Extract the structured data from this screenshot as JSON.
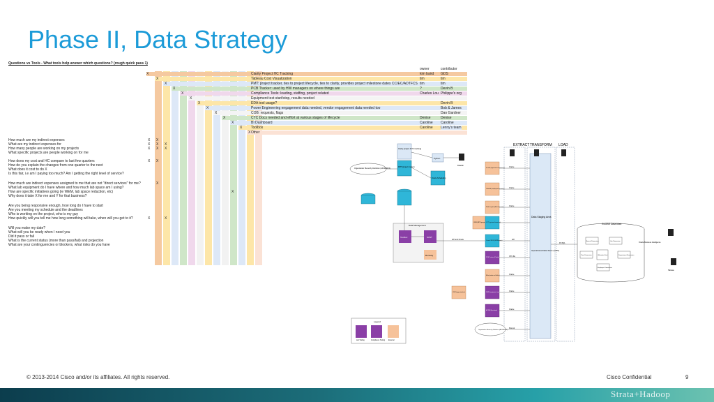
{
  "slide": {
    "title": "Phase II, Data Strategy",
    "copyright": "© 2013-2014  Cisco and/or its affiliates. All rights reserved.",
    "confidential": "Cisco Confidential",
    "page_number": "9",
    "logo_text": "Strata+Hadoop"
  },
  "matrix": {
    "heading": "Questions vs Tools - What tools help answer which questions? (rough quick pass 1)",
    "owner_header": "owner",
    "contributor_header": "contributor",
    "tools": [
      {
        "name": "Clarity Project HC Tracking",
        "owner": "kim baird",
        "contrib": "GDS",
        "color": "#f5c9a0"
      },
      {
        "name": "Tableau Cost Visualization",
        "owner": "tim",
        "contrib": "tim",
        "color": "#fde6a8"
      },
      {
        "name": "PMT: project tracker, ties to project lifecycle, ties to clarity, provides project milestone dates CC/EC/ADTFCS",
        "owner": "tim",
        "contrib": "tim",
        "color": "#dde8f7"
      },
      {
        "name": "PCB Tracker: used by HW managers on where things are",
        "owner": "?",
        "contrib": "Devin B",
        "color": "#cfe6c8"
      },
      {
        "name": "Compliance Tools: loading, staffing, project related",
        "owner": "Charles Lou",
        "contrib": "Philippe's org",
        "color": "#f0d8ec"
      },
      {
        "name": "Equipment test start/stop, results needed",
        "owner": "",
        "contrib": "",
        "color": "#f4f4f4"
      },
      {
        "name": "EDA tool usage?",
        "owner": "",
        "contrib": "Devin B",
        "color": "#fde6a8"
      },
      {
        "name": "Power Engineering engagement data needed, vendor engagement data needed too",
        "owner": "",
        "contrib": "Bob & James",
        "color": "#dde8f7"
      },
      {
        "name": "COB: requests, flags",
        "owner": "",
        "contrib": "Dan Gardner",
        "color": "#f4f4f4"
      },
      {
        "name": "CTC Docs needed and effort at various stages of lifecycle",
        "owner": "Denise",
        "contrib": "Denise",
        "color": "#cfe6c8"
      },
      {
        "name": "BI Dashboard",
        "owner": "Caroline",
        "contrib": "Caroline",
        "color": "#dde8f7"
      },
      {
        "name": "Toolbox",
        "owner": "Caroline",
        "contrib": "Lenny's team",
        "color": "#fde6a8"
      },
      {
        "name": "Other",
        "owner": "",
        "contrib": "",
        "color": "#fbe2d5"
      }
    ],
    "tool_marker": "X",
    "questions": [
      "How much are my indirect expenses",
      "What are my indirect expenses for",
      "How many people are working on my projects",
      "What specific projects are people working on for me",
      "",
      "How does my cost and HC compare to last few quarters",
      "How do you explain the changes from one quarter to the next",
      "What does it cost to do X",
      "Is this fair, i.e am I paying too much? Am I getting the right level of service?",
      "",
      "How much are indirect expenses assigned to me that are not \"direct services\" for me?",
      "What lab equipment do I have where and how much lab space am I using?",
      "How are specific initiatives going (ie WEM, lab space reduction, etc)",
      "Why does it take X for me and Y for that business?",
      "",
      "Are you being responsive enough, how long do I have to start",
      "Are you meeting my schedule and the deadlines",
      "Who is working on the project, who is my guy",
      "How quickly will you tell me how long something will take, when will you get to it?",
      "",
      "Will you make my date?",
      "What will you be ready when I need you",
      "Did it pass or fail",
      "What is the current status (more than pass/fail) and projection",
      "What are your continguencies or blockers, what risks do you have"
    ]
  },
  "diagram": {
    "phases": [
      "EXTRACT",
      "TRANSFORM",
      "LOAD"
    ],
    "source_nodes": [
      "Clarity (project & HC tracking)",
      "PMT (project tracker)",
      "Organization Hierarchy Definition (AKOB/ROS)",
      "Oracle Scheduling",
      "Python",
      "Datetab"
    ],
    "mid_nodes": [
      "Data Management",
      "Toolbox",
      "SAST",
      "Remedy"
    ],
    "extract_nodes": [
      "In-total (department hierarchy)",
      "Labeled (employee hierarchy)",
      "Wad Insights (Both dev test)",
      "OWB (MPB geography hierarchy)",
      "CCT (system hierarchy)",
      "Oracle WDX (HR/Reports)",
      "PCB Tracker (Clarity)",
      "Mfan (orders of office)",
      "DWD (equipment engineer office)",
      "AVTEB (locations)",
      "CRM (opportunities)",
      "Organization Hierarchy Definition (AKOB/ROS)"
    ],
    "transform_label": "Data Staging Area",
    "transform_sub": "Operational Data Store (ODS)",
    "load_node": "GLOBE Data Mart",
    "load_children": [
      "Assets Dimension",
      "Lab Dimension",
      "Time Dimension",
      "Utilization Fact",
      "Department Dimension",
      "Employee Dimension"
    ],
    "consumers": [
      "Oracle Business Intelligence",
      "Tableau"
    ],
    "legend_title": "Legend",
    "legend_items": [
      "Lab Tooling",
      "Compliance Tooling",
      "External"
    ],
    "link_labels": [
      "Oracle",
      "Oracle",
      "Oracle",
      "API and Oracle",
      "API",
      "PL/SQL",
      "CSV file",
      "Oracle",
      "Oracle",
      "Oracle",
      "Oracle",
      "Manual"
    ]
  },
  "colors": {
    "title": "#1c9bd8",
    "footer_dark": "#0c3d4d",
    "footer_light": "#6cc2b0",
    "diagram_blue": "#dbe8f6",
    "diagram_orange": "#f6c29a",
    "diagram_cyan": "#2fb6d8",
    "diagram_purple": "#8a3fa6"
  }
}
